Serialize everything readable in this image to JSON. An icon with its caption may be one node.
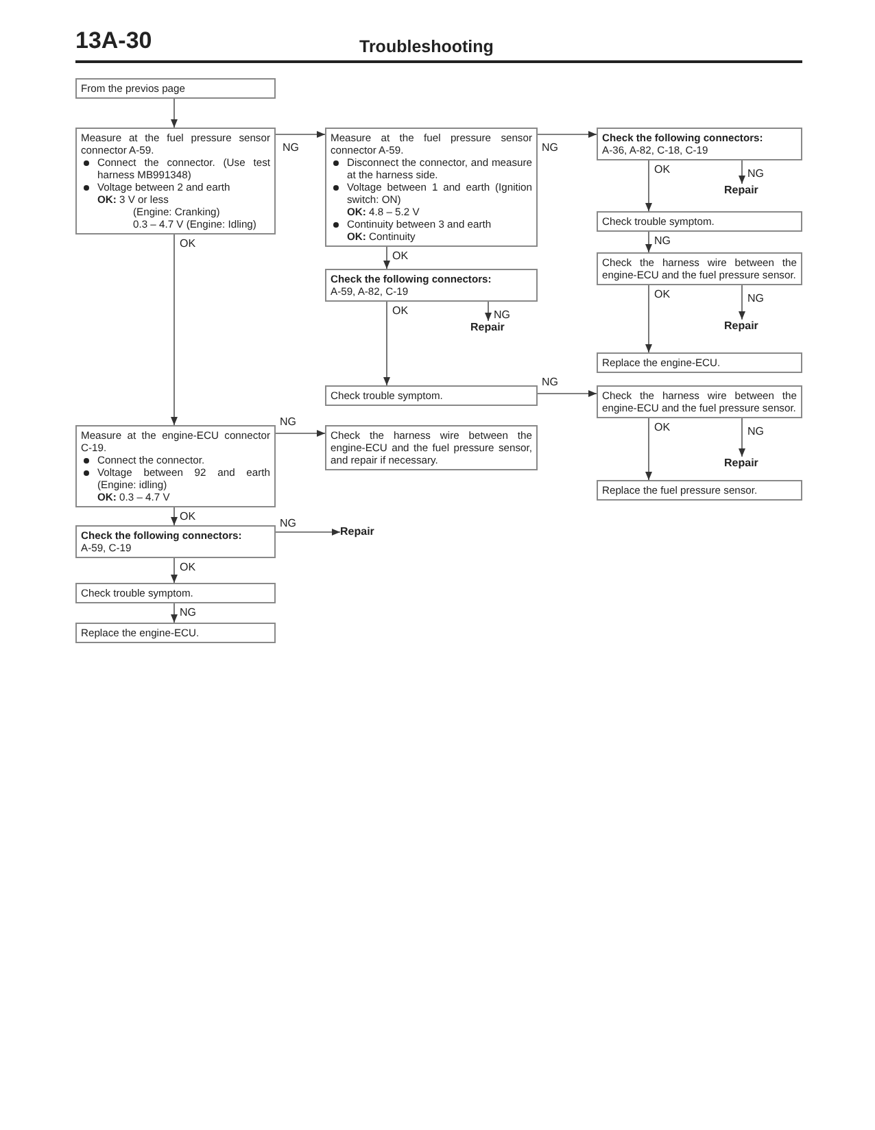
{
  "diagram": {
    "title": "Troubleshooting",
    "nodes": [
      {
        "text": [
          "From the previos page"
        ]
      },
      {
        "text": [
          "Measure at the fuel pressure sensor connector A-59.",
          "Connect the connector. (Use test harness MB991348)",
          "Voltage between 2 and earth",
          "**OK:** 3 V or less",
          "(Engine: Cranking)",
          "0.3 – 4.7 V (Engine: Idling)"
        ]
      },
      {
        "text": [
          "Measure at the fuel pressure sensor connector A-59.",
          "Disconnect the connector, and measure at the harness side.",
          "Voltage between 1 and earth (Ignition switch: ON)",
          "**OK:** 4.8 – 5.2 V",
          "Continuity between 3 and earth",
          "**OK:** Continuity"
        ]
      },
      {
        "text": [
          "Check the following connectors:",
          "A-36, A-82, C-18, C-19"
        ]
      },
      {
        "text": [
          "Repair"
        ]
      },
      {
        "text": [
          "Check trouble symptom."
        ]
      },
      {
        "text": [
          "Check the harness wire between the engine-ECU and the fuel pressure sensor."
        ]
      },
      {
        "text": [
          "Repair"
        ]
      },
      {
        "text": [
          "Replace the engine-ECU."
        ]
      },
      {
        "text": [
          "Check the following connectors:",
          "A-59, A-82, C-19"
        ]
      },
      {
        "text": [
          "Repair"
        ]
      },
      {
        "text": [
          "Check trouble symptom."
        ]
      },
      {
        "text": [
          "Check the harness wire between the engine-ECU and the fuel pressure sensor."
        ]
      },
      {
        "text": [
          "Repair"
        ]
      },
      {
        "text": [
          "Replace the fuel pressure sensor."
        ]
      },
      {
        "text": [
          "Measure at the engine-ECU connector C-19.",
          "Connect the connector.",
          "Voltage between 92 and earth (Engine: idling)",
          "**OK:** 0.3 – 4.7 V"
        ]
      },
      {
        "text": [
          "Check the harness wire between the engine-ECU and the fuel pressure sensor, and repair if necessary."
        ]
      },
      {
        "text": [
          "Check the following connectors:",
          "A-59, C-19"
        ]
      },
      {
        "text": [
          "Repair"
        ]
      },
      {
        "text": [
          "Check trouble symptom."
        ]
      },
      {
        "text": [
          "Replace the engine-ECU."
        ]
      }
    ],
    "edges": [
      {
        "from": 0,
        "to": 1,
        "arrow": "to"
      },
      {
        "from": 1,
        "to": 2,
        "label": "NG",
        "arrow": "to"
      },
      {
        "from": 2,
        "to": 3,
        "label": "NG",
        "arrow": "to"
      },
      {
        "from": 3,
        "to": 5,
        "label": "OK",
        "arrow": "to"
      },
      {
        "from": 3,
        "to": 4,
        "label": "NG",
        "arrow": "to"
      },
      {
        "from": 2,
        "to": 9,
        "label": "OK",
        "arrow": "to"
      },
      {
        "from": 9,
        "to": 11,
        "label": "OK",
        "arrow": "to"
      },
      {
        "from": 9,
        "to": 10,
        "label": "NG",
        "arrow": "to"
      },
      {
        "from": 5,
        "to": 6,
        "label": "NG",
        "arrow": "to"
      },
      {
        "from": 6,
        "to": 8,
        "label": "OK",
        "arrow": "to"
      },
      {
        "from": 6,
        "to": 7,
        "label": "NG",
        "arrow": "to"
      },
      {
        "from": 11,
        "to": 12,
        "label": "NG",
        "arrow": "to"
      },
      {
        "from": 12,
        "to": 14,
        "label": "OK",
        "arrow": "to"
      },
      {
        "from": 12,
        "to": 13,
        "label": "NG",
        "arrow": "to"
      },
      {
        "from": 1,
        "to": 15,
        "label": "OK",
        "arrow": "to"
      },
      {
        "from": 15,
        "to": 16,
        "label": "NG",
        "arrow": "to"
      },
      {
        "from": 15,
        "to": 17,
        "label": "OK",
        "arrow": "to"
      },
      {
        "from": 17,
        "to": 18,
        "label": "NG",
        "arrow": "to"
      },
      {
        "from": 17,
        "to": 19,
        "label": "OK",
        "arrow": "to"
      },
      {
        "from": 19,
        "to": 20,
        "label": "NG",
        "arrow": "to"
      }
    ],
    "labels": [
      "13A-30"
    ]
  }
}
